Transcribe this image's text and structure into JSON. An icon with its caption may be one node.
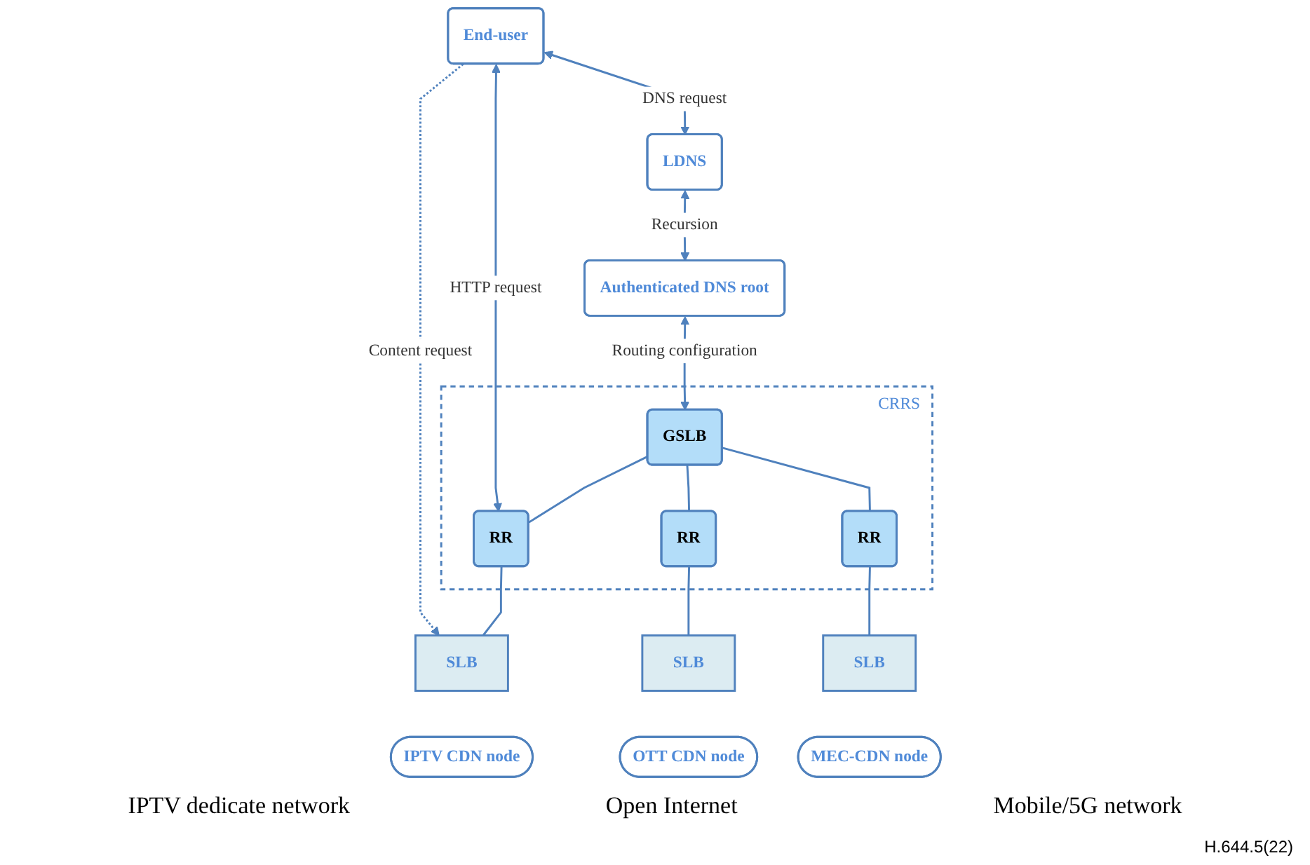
{
  "diagram": {
    "nodes": [
      {
        "text": [
          "End-user"
        ]
      },
      {
        "text": [
          "LDNS"
        ]
      },
      {
        "text": [
          "Authenticated DNS root"
        ]
      },
      {
        "text": [
          "CRRS"
        ]
      },
      {
        "text": [
          "GSLB"
        ],
        "in": 3
      },
      {
        "text": [
          "RR"
        ],
        "in": 3
      },
      {
        "text": [
          "RR"
        ],
        "in": 3
      },
      {
        "text": [
          "RR"
        ],
        "in": 3
      },
      {
        "text": [
          "SLB"
        ]
      },
      {
        "text": [
          "IPTV CDN node"
        ]
      },
      {
        "text": [
          "SLB"
        ]
      },
      {
        "text": [
          "OTT CDN node"
        ]
      },
      {
        "text": [
          "SLB"
        ]
      },
      {
        "text": [
          "MEC-CDN node"
        ]
      }
    ],
    "edges": [
      {
        "from": 0,
        "to": 1,
        "arrow": "both",
        "label": "DNS request"
      },
      {
        "from": 1,
        "to": 2,
        "arrow": "both",
        "label": "Recursion"
      },
      {
        "from": 0,
        "to": 5,
        "arrow": "both",
        "label": "HTTP request"
      },
      {
        "from": 2,
        "to": 4,
        "arrow": "both",
        "label": "Routing configuration"
      },
      {
        "from": 0,
        "to": 8,
        "arrow": "to",
        "label": "Content request",
        "style": "dashed"
      },
      {
        "from": 4,
        "to": 5,
        "arrow": "none"
      },
      {
        "from": 4,
        "to": 6,
        "arrow": "none"
      },
      {
        "from": 4,
        "to": 7,
        "arrow": "none"
      },
      {
        "from": 5,
        "to": 8,
        "arrow": "none"
      },
      {
        "from": 6,
        "to": 10,
        "arrow": "none"
      },
      {
        "from": 7,
        "to": 12,
        "arrow": "none"
      }
    ],
    "labels": [
      "IPTV dedicate network",
      "Open Internet",
      "Mobile/5G network",
      "H.644.5(22)"
    ]
  }
}
